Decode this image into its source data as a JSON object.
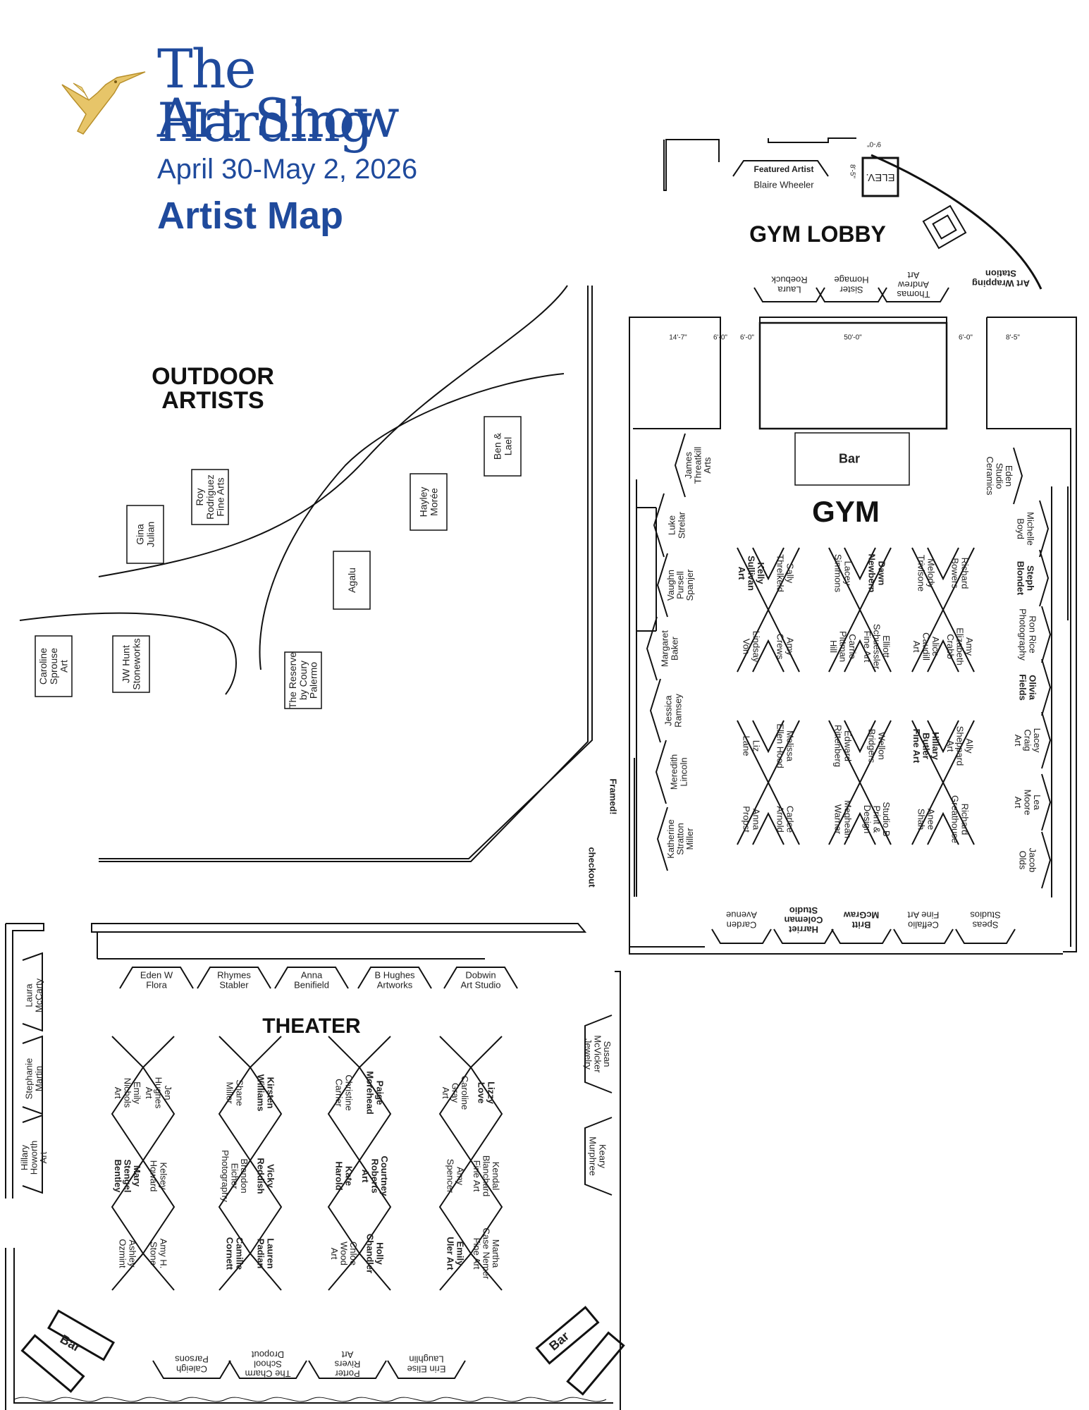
{
  "header": {
    "title_line1": "The Harding",
    "title_line2": "Art Show",
    "dates": "April  30-May 2, 2026",
    "subtitle": "Artist Map"
  },
  "colors": {
    "brand_blue": "#1f4a9c",
    "bird_gold": "#d9b24a",
    "walls": "#111111"
  },
  "icons": {
    "logo": "hummingbird-logo-icon"
  },
  "areas": {
    "outdoor": "OUTDOOR\nARTISTS",
    "gym_lobby": "GYM LOBBY",
    "gym": "GYM",
    "theater": "THEATER"
  },
  "lobby": {
    "featured_title": "Featured Artist",
    "featured_name": "Blaire Wheeler",
    "elevator": "ELEV.",
    "art_wrapping": "Art Wrapping\nStation",
    "booths": [
      "Laura\nRoebuck",
      "Sister\nHomage",
      "Thomas\nAndrew\nArt"
    ]
  },
  "dimensions": [
    "14'-7\"",
    "6'-0\"",
    "50'-0\"",
    "6'-0\"",
    "6'-0\"",
    "8'-5\"",
    "8'-5\"",
    "9'-0\""
  ],
  "outdoor_booths": [
    "Ben &\nLael",
    "Hayley\nMorée",
    "Roy\nRodriguez\nFine Arts",
    "Gina\nJulian",
    "Agalu",
    "Caroline\nSprouse\nArt",
    "JW Hunt\nStoneworks",
    "The Reserve\nby Coury\nPalermo"
  ],
  "gym": {
    "bar": "Bar",
    "framed": "Framed!",
    "checkout": "checkout",
    "left_wall": [
      "James\nThreatkill\nArts",
      "Luke\nStrelar",
      "Vaughn\nPursell\nSpanjer",
      "Margaret\nBaker",
      "Jessica\nRamsey",
      "Meredith\nLincoln",
      "Katherine\nStratton\nMiller"
    ],
    "right_wall": [
      "Eden\nStudio\nCeramics",
      "Michelle\nBoyd",
      "Steph\nBlondet",
      "Ron Rice\nPhotography",
      "Olivia\nFields",
      "Lacey\nCraig\nArt",
      "Lea\nMoore\nArt",
      "Jacob\nOlds"
    ],
    "bottom_wall": [
      "Carden\nAvenue",
      "Harriet\nColeman\nStudio",
      "Britt\nMcGraw",
      "Ceffalio\nFine Art",
      "Speas\nStudios"
    ],
    "cluster1": [
      "Kelly\nSullivan\nArt",
      "Sally\nThrelkeld",
      "Lindsay\nVon",
      "Amy\nCrews"
    ],
    "cluster2": [
      "Lacey\nSimmons",
      "Dawn\nNewbern",
      "Carrie\nPittman\nHill",
      "Elliott\nSchuessler\nFine Art"
    ],
    "cluster3": [
      "Melody\nTrivisone",
      "Richard\nBowers",
      "Alice\nCaudill\nArt",
      "Amy\nElizabeth\nCrabb"
    ],
    "cluster4": [
      "Liz\nLane",
      "Melissa\nEllen Hood",
      "Anna\nPropst",
      "Carlee\nArnold"
    ],
    "cluster5": [
      "Edward\nRittenberg",
      "Wellon\nBridgers",
      "Meghean\nWarner",
      "Studio B\nPrint &\nDesign"
    ],
    "cluster6": [
      "Hillary\nButler\nFine Art",
      "Ally\nSheppard\nArt",
      "Anee\nShah",
      "Richard\nGreathouse"
    ]
  },
  "theater": {
    "top_wall": [
      "Eden W\nFlora",
      "Rhymes\nStabler",
      "Anna\nBenifield",
      "B Hughes\nArtworks",
      "Dobwin\nArt Studio"
    ],
    "left_wall": [
      "Laura\nMcCarty",
      "Stephanie\nMartin",
      "Hillary\nHoworth\nArt"
    ],
    "right_wall": [
      "Susan\nMcVicker\nJewelry",
      "Keary\nMurphree"
    ],
    "bottom_wall": [
      "Caleigh\nParsons",
      "The Charm\nSchool\nDropout",
      "Porter\nRivers\nArt",
      "Erin Elise\nLaughlin"
    ],
    "bar_left": "Bar",
    "bar_right": "Bar",
    "col1": [
      "Emily\nNichols\nArt",
      "Jen\nHughes\nArt",
      "Mary\nStengel\nBentley",
      "Kelsey\nHoward",
      "Ashley\nOzmint",
      "Amy H.\nStone"
    ],
    "col2": [
      "Shane\nMiller",
      "Kirsten\nWilliams",
      "Brandon\nEicher\nPhotography",
      "Vicky\nReddish",
      "Camille\nCornett",
      "Lauren\nPadian"
    ],
    "col3": [
      "Christine\nCarrier",
      "Paige\nMorehead",
      "Kate\nHarold",
      "Courtney\nRoberts\nArt",
      "Chloe\nWood\nArt",
      "Holly\nChandler"
    ],
    "col4": [
      "Caroline\nGray\nArt",
      "Lizzy\nLove",
      "Amy\nSpencer",
      "Kendal\nBlanchard\nFine Art",
      "Emily\nUler Art",
      "Martha\nCase Nemer\nFine Art"
    ]
  }
}
